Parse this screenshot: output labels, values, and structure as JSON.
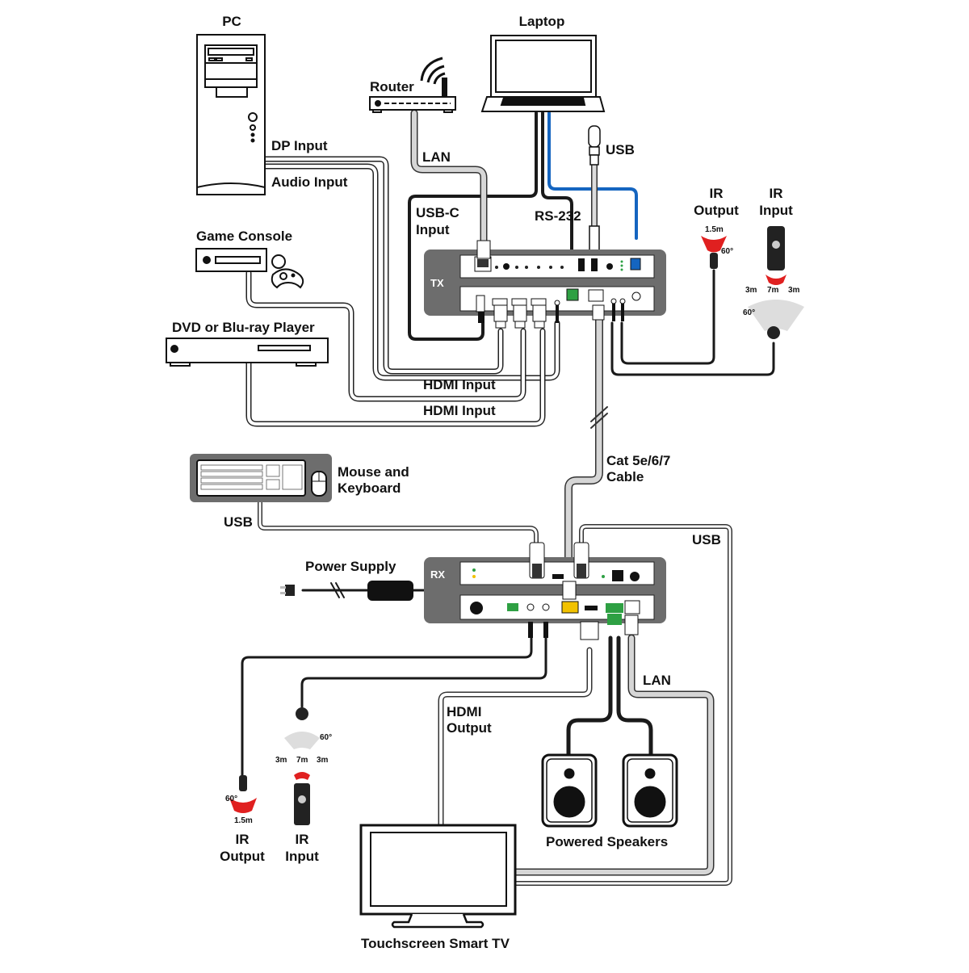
{
  "diagram": {
    "title_hidden": "HDMI/DP/USB-C KVM Extender over Cat cable - connection diagram",
    "devices": {
      "pc": "PC",
      "laptop": "Laptop",
      "router": "Router",
      "game_console": "Game Console",
      "dvd_player": "DVD or Blu-ray Player",
      "mouse_keyboard_line1": "Mouse and",
      "mouse_keyboard_line2": "Keyboard",
      "power_supply": "Power Supply",
      "powered_speakers": "Powered Speakers",
      "smart_tv": "Touchscreen Smart TV",
      "tx_unit": "TX",
      "rx_unit": "RX"
    },
    "cables": {
      "dp_input": "DP Input",
      "audio_input": "Audio Input",
      "lan_top": "LAN",
      "usbc_line1": "USB-C",
      "usbc_line2": "Input",
      "rs232": "RS-232",
      "usb_top": "USB",
      "hdmi_input_1": "HDMI Input",
      "hdmi_input_2": "HDMI Input",
      "cat_line1": "Cat 5e/6/7",
      "cat_line2": "Cable",
      "usb_keyboard": "USB",
      "usb_rx": "USB",
      "lan_bottom": "LAN",
      "hdmi_output_line1": "HDMI",
      "hdmi_output_line2": "Output"
    },
    "ir_tx": {
      "output_line1": "IR",
      "output_line2": "Output",
      "input_line1": "IR",
      "input_line2": "Input",
      "output_range": "1.5m",
      "output_angle": "60°",
      "input_left": "3m",
      "input_center": "7m",
      "input_right": "3m",
      "input_angle": "60°"
    },
    "ir_rx": {
      "output_line1": "IR",
      "output_line2": "Output",
      "input_line1": "IR",
      "input_line2": "Input",
      "output_range": "1.5m",
      "output_angle": "60°",
      "input_left": "3m",
      "input_center": "7m",
      "input_right": "3m",
      "input_angle": "60°"
    },
    "colors": {
      "unit_body": "#6d6d6d",
      "panel": "#ffffff",
      "cable_dark": "#1a1a1a",
      "cable_light": "#d6d6d6",
      "usb_blue": "#1565c0",
      "ir_red": "#e02020",
      "terminal_green": "#2ea043",
      "rj45_yellow": "#f2c200"
    }
  }
}
